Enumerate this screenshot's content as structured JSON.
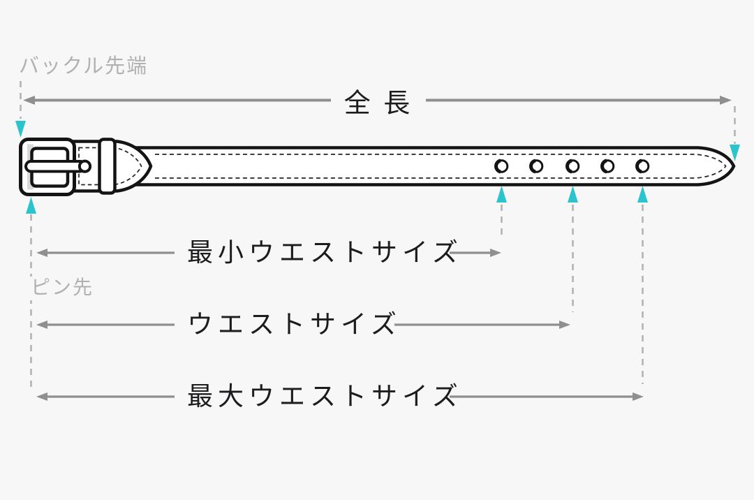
{
  "page": {
    "type": "belt-size-measurement-diagram",
    "background": "#f7f7f8"
  },
  "colors": {
    "outline_black": "#141414",
    "dimension_gray": "#8f8f8f",
    "guide_dash_gray": "#b3b3b3",
    "muted_label_gray": "#b1b1b1",
    "dark_text": "#1c1c1e",
    "teal_arrow": "#2cc4cc",
    "bevel_gray": "#d9d9d9"
  },
  "annotations": {
    "buckle_tip_label": "バックル先端",
    "pin_tip_label": "ピン先",
    "total_length_label": "全 長",
    "min_waist_label": "最小ウエストサイズ",
    "waist_label": "ウエストサイズ",
    "max_waist_label": "最大ウエストサイズ"
  },
  "belt": {
    "holes_count": 5,
    "marked_holes": [
      "1st",
      "3rd",
      "5th"
    ]
  }
}
